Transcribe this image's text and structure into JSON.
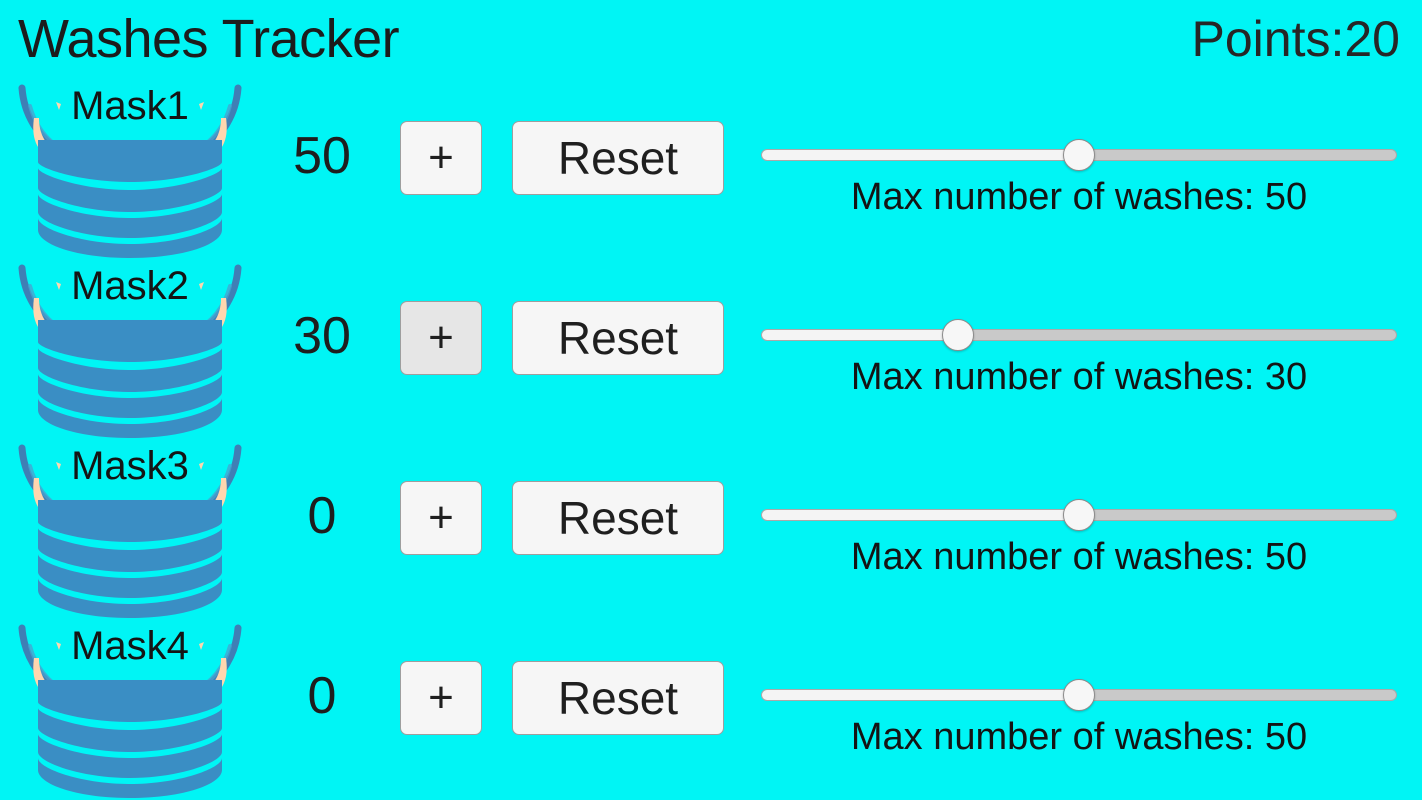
{
  "app": {
    "title": "Washes Tracker",
    "points_label": "Points:20",
    "background_color": "#00f5f5",
    "text_color": "#212121",
    "mask_color": "#3a8ec4",
    "mask_strap_color": "#3f7fb5",
    "mask_ear_color": "#ffd6ae"
  },
  "buttons": {
    "increment_label": "+",
    "reset_label": "Reset"
  },
  "rows": [
    {
      "mask_label": "Mask1",
      "count": "50",
      "plus_label": "+",
      "reset_label": "Reset",
      "slider_label": "Max number of washes: 50",
      "slider_value": 50,
      "slider_percent": 50,
      "plus_state": "normal"
    },
    {
      "mask_label": "Mask2",
      "count": "30",
      "plus_label": "+",
      "reset_label": "Reset",
      "slider_label": "Max number of washes: 30",
      "slider_value": 30,
      "slider_percent": 31,
      "plus_state": "pressed"
    },
    {
      "mask_label": "Mask3",
      "count": "0",
      "plus_label": "+",
      "reset_label": "Reset",
      "slider_label": "Max number of washes: 50",
      "slider_value": 50,
      "slider_percent": 50,
      "plus_state": "normal"
    },
    {
      "mask_label": "Mask4",
      "count": "0",
      "plus_label": "+",
      "reset_label": "Reset",
      "slider_label": "Max number of washes: 50",
      "slider_value": 50,
      "slider_percent": 50,
      "plus_state": "normal"
    }
  ],
  "icons": {
    "mask": "face-mask-icon"
  }
}
